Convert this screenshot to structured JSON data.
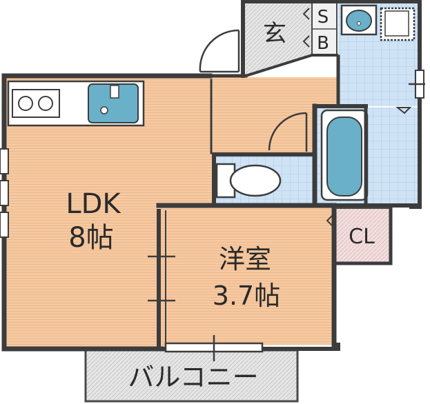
{
  "rooms": {
    "ldk": {
      "name": "LDK",
      "size": "8帖"
    },
    "western": {
      "name": "洋室",
      "size": "3.7帖"
    },
    "entrance": {
      "name": "玄"
    },
    "shoebox": {
      "top": "S",
      "bottom": "B"
    },
    "closet": {
      "name": "CL"
    },
    "balcony": {
      "name": "バルコニー"
    }
  },
  "colors": {
    "wall": "#3c3c3c",
    "floor_wood": "#f6c9a1",
    "wet_area": "#cfe3f5",
    "fixture_blue": "#6ab0c9",
    "closet_pink": "#f3dede",
    "entrance_gray": "#dcdcdc",
    "balcony_gray": "#e8e8e8"
  }
}
